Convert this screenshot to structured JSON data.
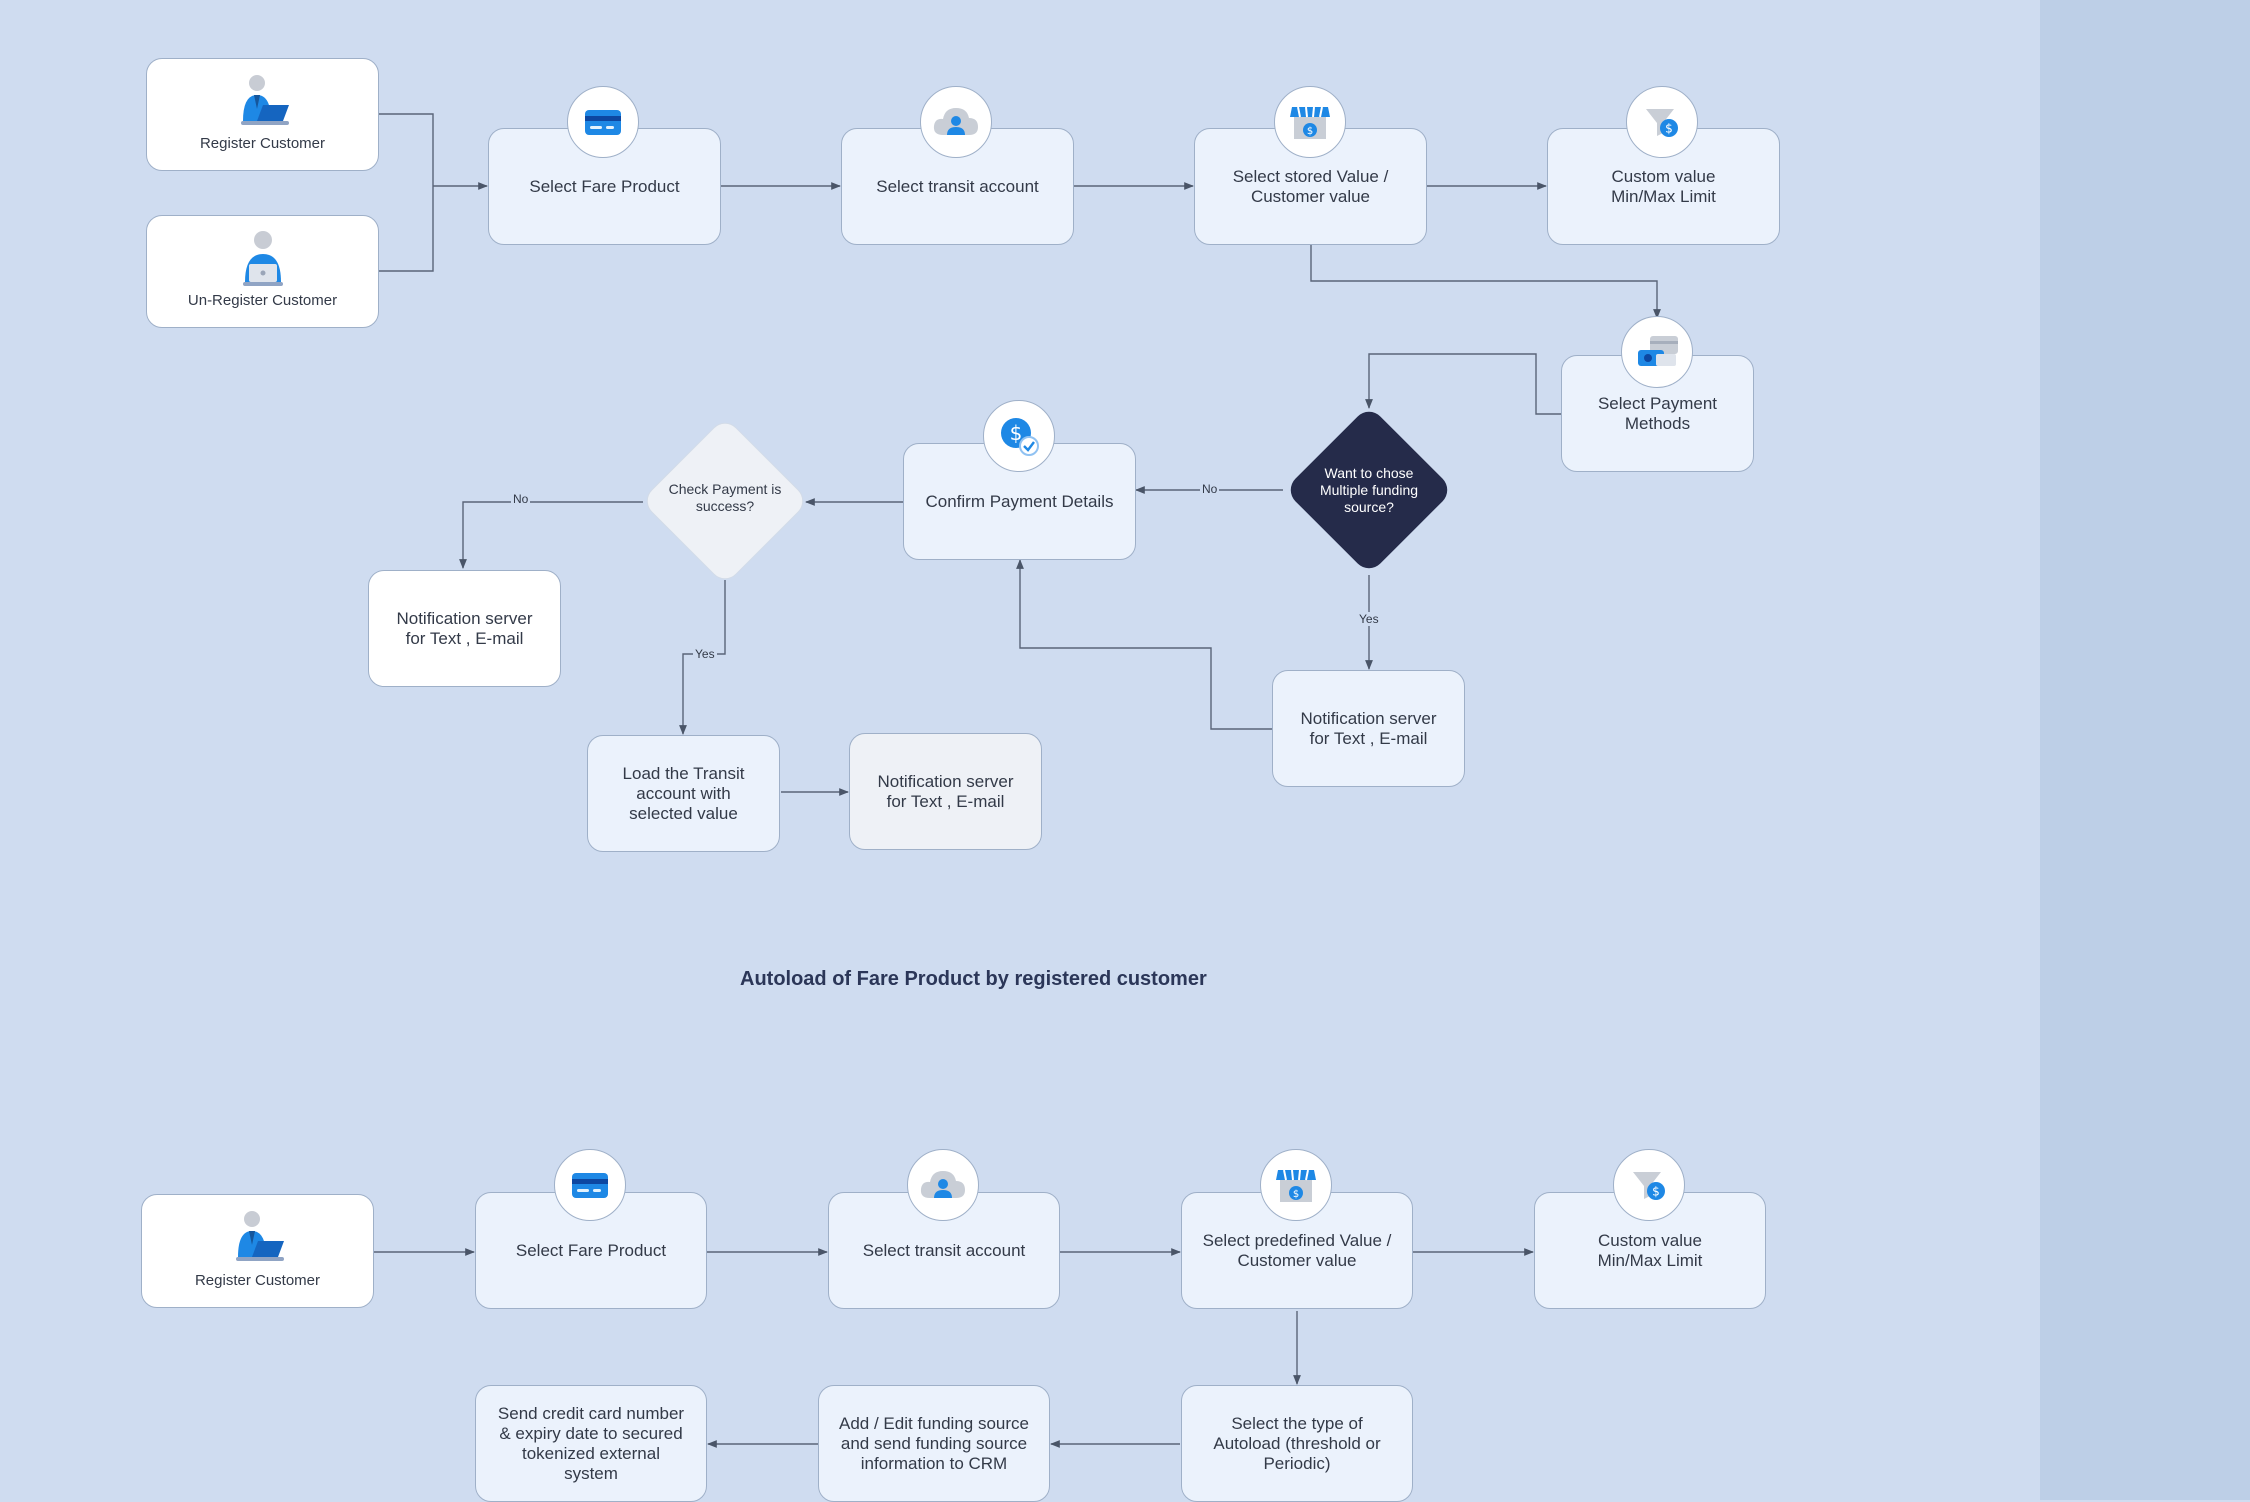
{
  "diagram1": {
    "actors": {
      "register": "Register Customer",
      "unregister": "Un-Register Customer"
    },
    "select_fare_product": "Select Fare Product",
    "select_transit_account": "Select transit account",
    "select_stored_value": "Select stored Value /\nCustomer value",
    "custom_value": "Custom value\nMin/Max Limit",
    "select_payment_methods": "Select Payment\nMethods",
    "multiple_funding_decision": "Want to chose\nMultiple funding\nsource?",
    "confirm_payment": "Confirm Payment Details",
    "check_payment_decision": "Check Payment is\nsuccess?",
    "notification_left": "Notification server\nfor Text , E-mail",
    "notification_right": "Notification server\nfor Text , E-mail",
    "notification_bottom": "Notification server\nfor Text , E-mail",
    "load_transit": "Load the Transit\naccount with\nselected value",
    "edge_labels": {
      "no_1": "No",
      "no_2": "No",
      "yes_1": "Yes",
      "yes_2": "Yes"
    }
  },
  "section_title": "Autoload of Fare Product by registered customer",
  "diagram2": {
    "register": "Register Customer",
    "select_fare_product": "Select Fare Product",
    "select_transit_account": "Select transit account",
    "select_predefined_value": "Select predefined Value /\nCustomer value",
    "custom_value": "Custom value\nMin/Max Limit",
    "select_autoload_type": "Select the type of\nAutoload (threshold or\nPeriodic)",
    "add_edit_funding": "Add / Edit funding source\nand send funding source\ninformation to CRM",
    "send_credit_card": "Send credit card number\n& expiry date to secured\ntokenized external\nsystem"
  },
  "colors": {
    "background": "#cfdcf0",
    "side_panel": "#bdcfe7",
    "node_fill": "#ebf2fc",
    "dark_decision": "#252b4a",
    "icon_blue": "#1e88e5",
    "connector": "#4a5568"
  },
  "icons": {
    "fare_product": "credit-card-icon",
    "transit_account": "cloud-user-icon",
    "stored_value": "store-dollar-icon",
    "custom_value": "funnel-dollar-icon",
    "payment_methods": "cards-icon",
    "confirm_payment": "dollar-check-icon",
    "actor": "person-laptop-icon"
  }
}
